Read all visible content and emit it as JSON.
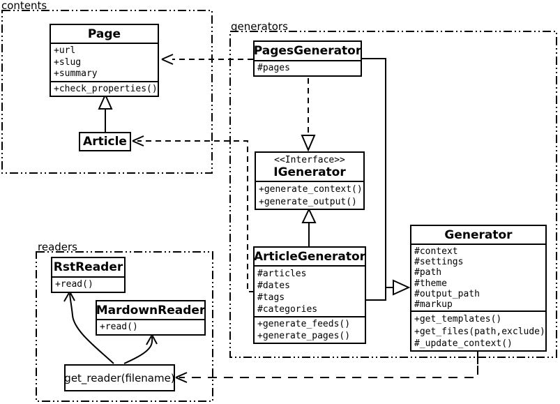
{
  "diagram": {
    "packages": {
      "contents": {
        "label": "contents"
      },
      "generators": {
        "label": "generators"
      },
      "readers": {
        "label": "readers"
      }
    },
    "classes": {
      "page": {
        "name": "Page",
        "attributes": [
          "+url",
          "+slug",
          "+summary"
        ],
        "methods": [
          "+check_properties()"
        ]
      },
      "article": {
        "name": "Article"
      },
      "pages_generator": {
        "name": "PagesGenerator",
        "attributes": [
          "#pages"
        ]
      },
      "igenerator": {
        "stereotype": "<<Interface>>",
        "name": "IGenerator",
        "methods": [
          "+generate_context()",
          "+generate_output()"
        ]
      },
      "article_generator": {
        "name": "ArticleGenerator",
        "attributes": [
          "#articles",
          "#dates",
          "#tags",
          "#categories"
        ],
        "methods": [
          "+generate_feeds()",
          "+generate_pages()"
        ]
      },
      "generator": {
        "name": "Generator",
        "attributes": [
          "#context",
          "#settings",
          "#path",
          "#theme",
          "#output_path",
          "#markup"
        ],
        "methods": [
          "+get_templates()",
          "+get_files(path,exclude)",
          "#_update_context()"
        ]
      },
      "rst_reader": {
        "name": "RstReader",
        "methods": [
          "+read()"
        ]
      },
      "mardown_reader": {
        "name": "MardownReader",
        "methods": [
          "+read()"
        ]
      },
      "get_reader": {
        "label": "get_reader(filename)"
      }
    },
    "relations": [
      {
        "from": "Article",
        "to": "Page",
        "type": "inheritance"
      },
      {
        "from": "PagesGenerator",
        "to": "Page",
        "type": "dependency"
      },
      {
        "from": "ArticleGenerator",
        "to": "Article",
        "type": "dependency"
      },
      {
        "from": "PagesGenerator",
        "to": "IGenerator",
        "type": "realization"
      },
      {
        "from": "ArticleGenerator",
        "to": "IGenerator",
        "type": "inheritance"
      },
      {
        "from": "PagesGenerator",
        "to": "Generator",
        "type": "inheritance"
      },
      {
        "from": "ArticleGenerator",
        "to": "Generator",
        "type": "inheritance"
      },
      {
        "from": "Generator",
        "to": "get_reader(filename)",
        "type": "dependency"
      },
      {
        "from": "get_reader(filename)",
        "to": "RstReader",
        "type": "arrow"
      },
      {
        "from": "get_reader(filename)",
        "to": "MardownReader",
        "type": "arrow"
      }
    ],
    "colors": {
      "line": "#000000",
      "background": "#ffffff",
      "box_fill": "#ffffff"
    }
  }
}
